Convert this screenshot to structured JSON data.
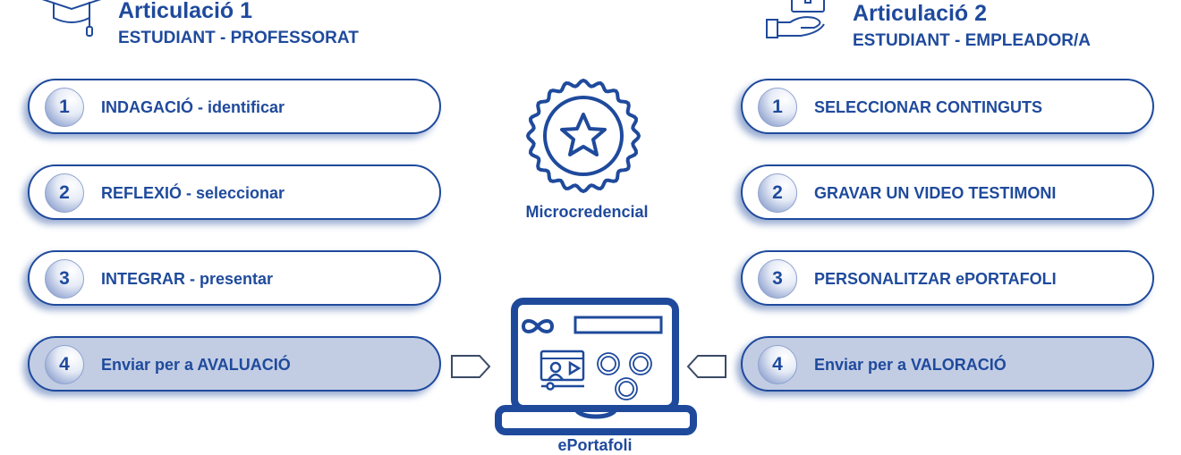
{
  "left": {
    "title": "Articulació 1",
    "subtitle": "ESTUDIANT - PROFESSORAT",
    "icon": "graduation-cap-icon",
    "steps": [
      {
        "num": "1",
        "label": "INDAGACIÓ - identificar"
      },
      {
        "num": "2",
        "label": "REFLEXIÓ - seleccionar"
      },
      {
        "num": "3",
        "label": "INTEGRAR - presentar"
      },
      {
        "num": "4",
        "label": "Enviar per a AVALUACIÓ"
      }
    ]
  },
  "right": {
    "title": "Articulació 2",
    "subtitle": "ESTUDIANT - EMPLEADOR/A",
    "icon": "hand-briefcase-icon",
    "steps": [
      {
        "num": "1",
        "label": "SELECCIONAR CONTINGUTS"
      },
      {
        "num": "2",
        "label": "GRAVAR UN VIDEO TESTIMONI"
      },
      {
        "num": "3",
        "label": "PERSONALITZAR ePORTAFOLI"
      },
      {
        "num": "4",
        "label": "Enviar per a VALORACIÓ"
      }
    ]
  },
  "center": {
    "badge_label": "Microcredencial",
    "laptop_label": "ePortafoli"
  },
  "colors": {
    "primary": "#1f4a9c",
    "highlight": "#c2cde4"
  }
}
